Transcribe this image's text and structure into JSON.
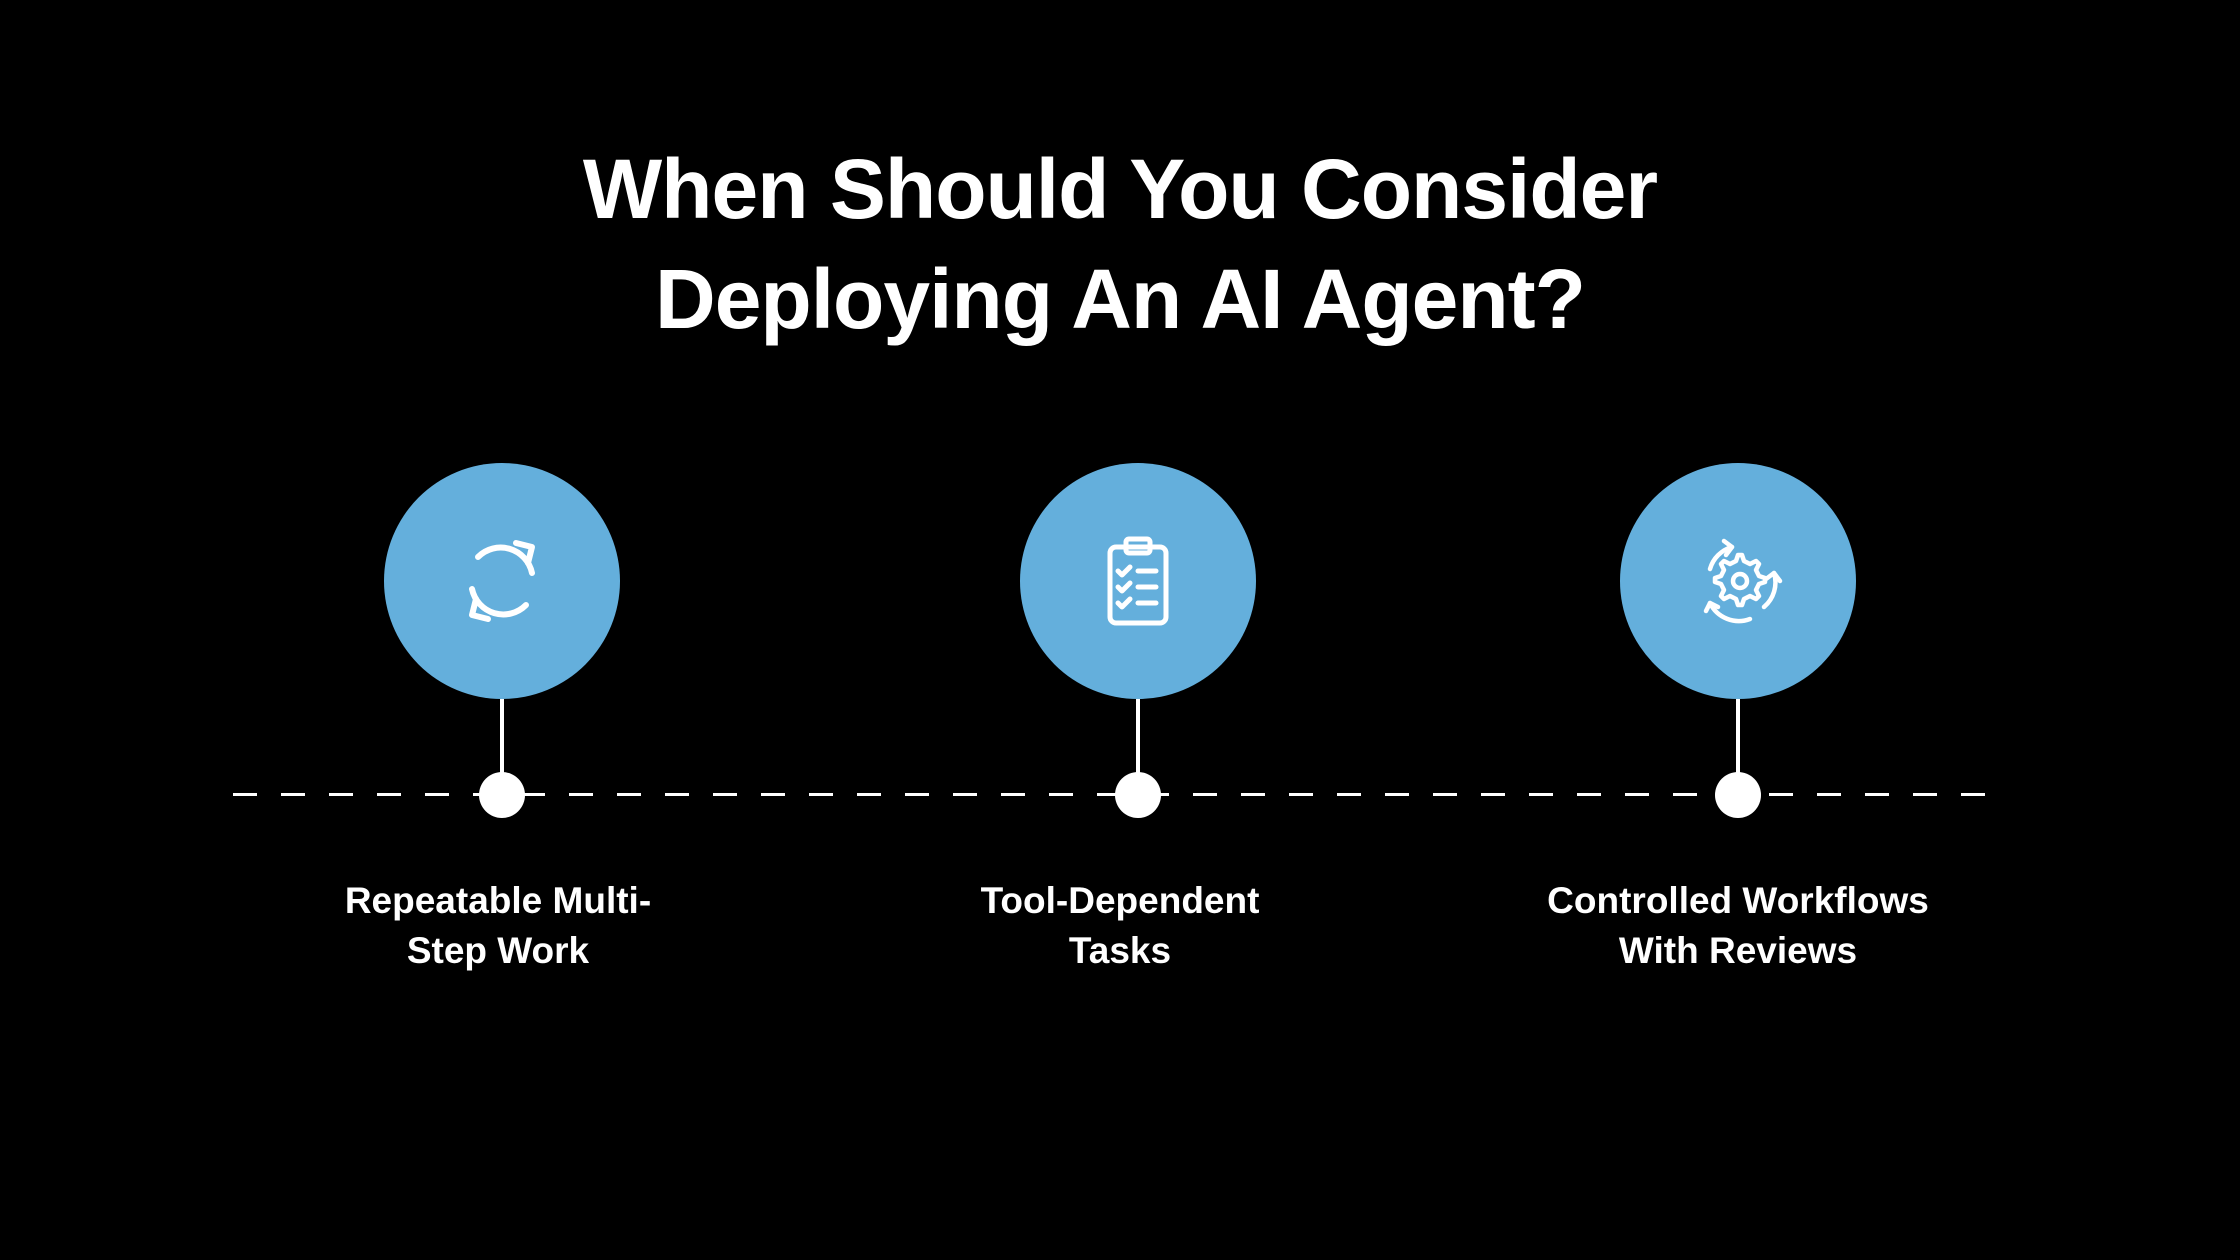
{
  "title": {
    "line1": "When Should You Consider",
    "line2": "Deploying An AI Agent?"
  },
  "colors": {
    "background": "#000000",
    "circle": "#64afdc",
    "line": "#ffffff",
    "text": "#ffffff"
  },
  "stages": [
    {
      "icon": "refresh-icon",
      "label_line1": "Repeatable Multi-",
      "label_line2": "Step Work"
    },
    {
      "icon": "clipboard-checklist-icon",
      "label_line1": "Tool-Dependent",
      "label_line2": "Tasks"
    },
    {
      "icon": "gear-cycle-icon",
      "label_line1": "Controlled Workflows",
      "label_line2": "With Reviews"
    }
  ]
}
